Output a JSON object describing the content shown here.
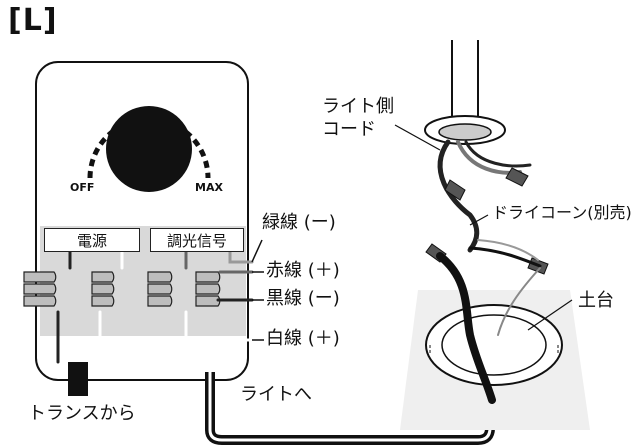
{
  "title": "[L]",
  "controller": {
    "dial_min_label": "OFF",
    "dial_max_label": "MAX",
    "terminal_power_label": "電源",
    "terminal_dim_label": "調光信号"
  },
  "labels": {
    "light_cord": "ライト側\nコード",
    "dry_cone": "ドライコーン(別売)",
    "green_wire": "緑線 (ー)",
    "red_wire": "赤線 (＋)",
    "black_wire": "黒線 (ー)",
    "white_wire": "白線 (＋)",
    "base": "土台",
    "to_light": "ライトへ",
    "from_transformer": "トランスから"
  }
}
